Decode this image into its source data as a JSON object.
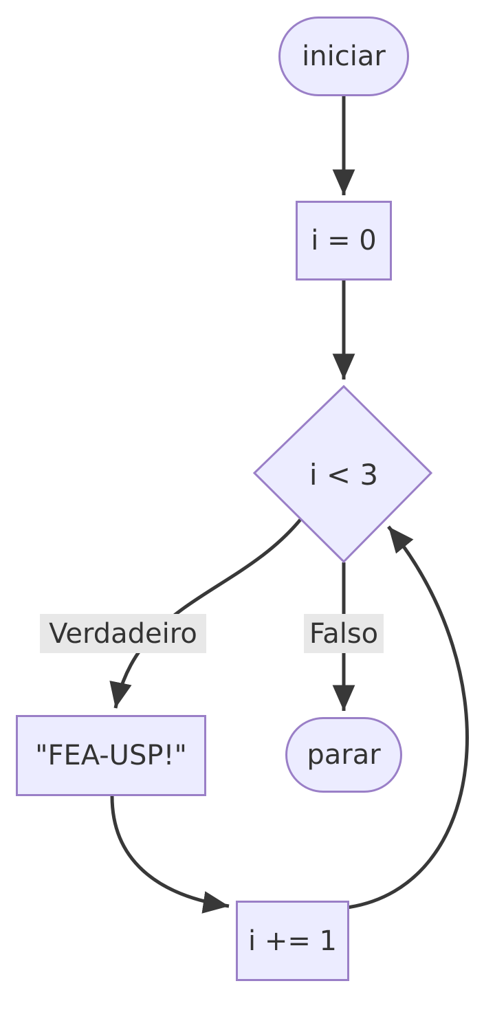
{
  "diagram": {
    "type": "flowchart",
    "direction": "top-down",
    "colors": {
      "background": "#ffffff",
      "node_fill": "#ECECFF",
      "node_border": "#9a7fc7",
      "edge_stroke": "#383838",
      "edge_label_bg": "#e8e8e8",
      "text": "#333333"
    },
    "nodes": {
      "start": {
        "label": "iniciar",
        "shape": "stadium"
      },
      "init": {
        "label": "i = 0",
        "shape": "rectangle"
      },
      "cond": {
        "label": "i < 3",
        "shape": "diamond"
      },
      "print": {
        "label": "\"FEA-USP!\"",
        "shape": "rectangle"
      },
      "stop": {
        "label": "parar",
        "shape": "stadium"
      },
      "inc": {
        "label": "i += 1",
        "shape": "rectangle"
      }
    },
    "edges": [
      {
        "from": "start",
        "to": "init",
        "label": ""
      },
      {
        "from": "init",
        "to": "cond",
        "label": ""
      },
      {
        "from": "cond",
        "to": "print",
        "label": "Verdadeiro"
      },
      {
        "from": "cond",
        "to": "stop",
        "label": "Falso"
      },
      {
        "from": "print",
        "to": "inc",
        "label": ""
      },
      {
        "from": "inc",
        "to": "cond",
        "label": ""
      }
    ],
    "edge_labels": {
      "true_branch": "Verdadeiro",
      "false_branch": "Falso"
    }
  }
}
